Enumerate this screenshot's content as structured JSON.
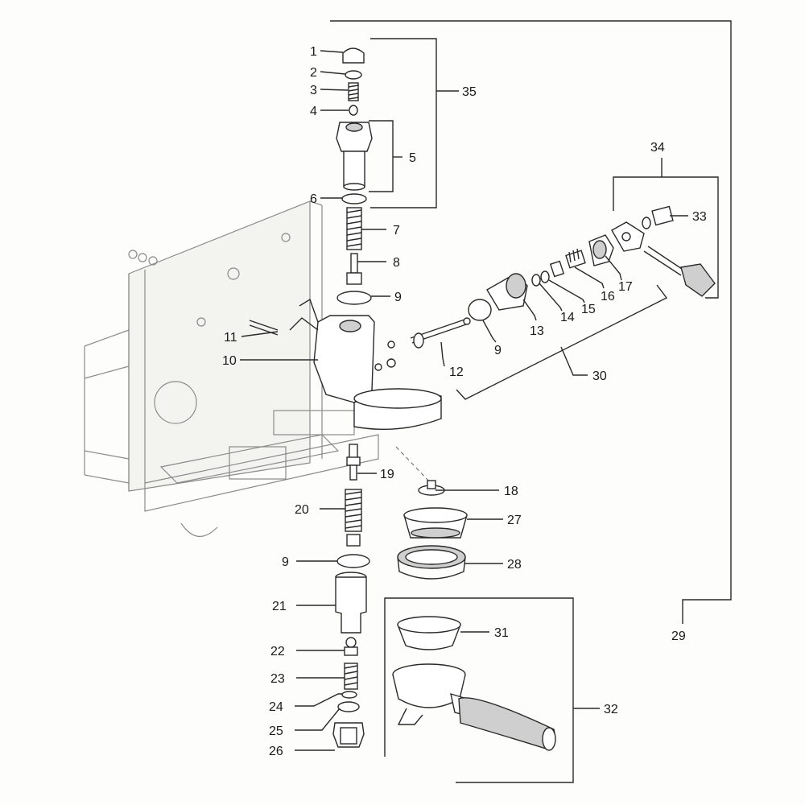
{
  "labels": {
    "p1": "1",
    "p2": "2",
    "p3": "3",
    "p4": "4",
    "p5": "5",
    "p6": "6",
    "p7": "7",
    "p8": "8",
    "p9a": "9",
    "p9b": "9",
    "p9c": "9",
    "p10": "10",
    "p11": "11",
    "p12": "12",
    "p13": "13",
    "p14": "14",
    "p15": "15",
    "p16": "16",
    "p17": "17",
    "p18": "18",
    "p19": "19",
    "p20": "20",
    "p21": "21",
    "p22": "22",
    "p23": "23",
    "p24": "24",
    "p25": "25",
    "p26": "26",
    "p27": "27",
    "p28": "28",
    "p29": "29",
    "p30": "30",
    "p31": "31",
    "p32": "32",
    "p33": "33",
    "p34": "34",
    "p35": "35"
  }
}
